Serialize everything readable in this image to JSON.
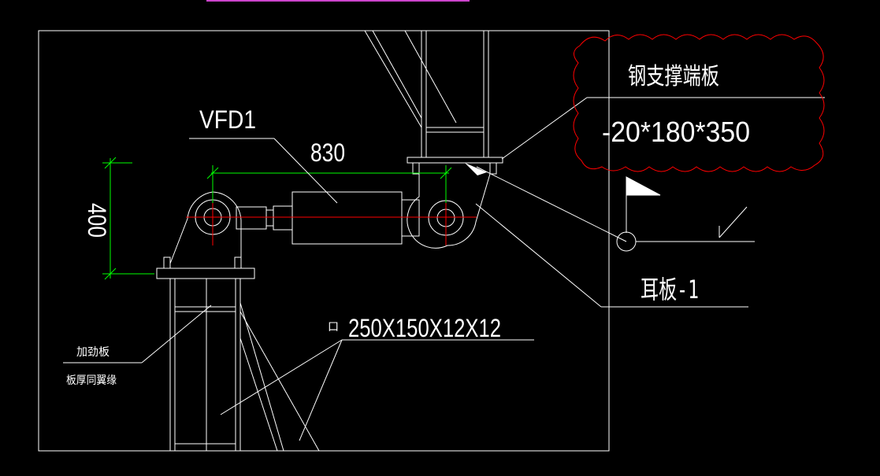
{
  "colors": {
    "background": "#000000",
    "line": "#ffffff",
    "dimension": "#00ff00",
    "centerline": "#ff0000",
    "revision_cloud": "#ff0000",
    "top_line": "#cc44cc"
  },
  "labels": {
    "damper_tag": "VFD1",
    "damper_length": "830",
    "height_dim": "400",
    "end_plate_title": "钢支撑端板",
    "end_plate_spec": "-20*180*350",
    "ear_plate": "耳板-1",
    "tube_symbol": "口",
    "tube_spec": "250X150X12X12",
    "stiffener_line1": "加劲板",
    "stiffener_line2": "板厚同翼缘"
  }
}
